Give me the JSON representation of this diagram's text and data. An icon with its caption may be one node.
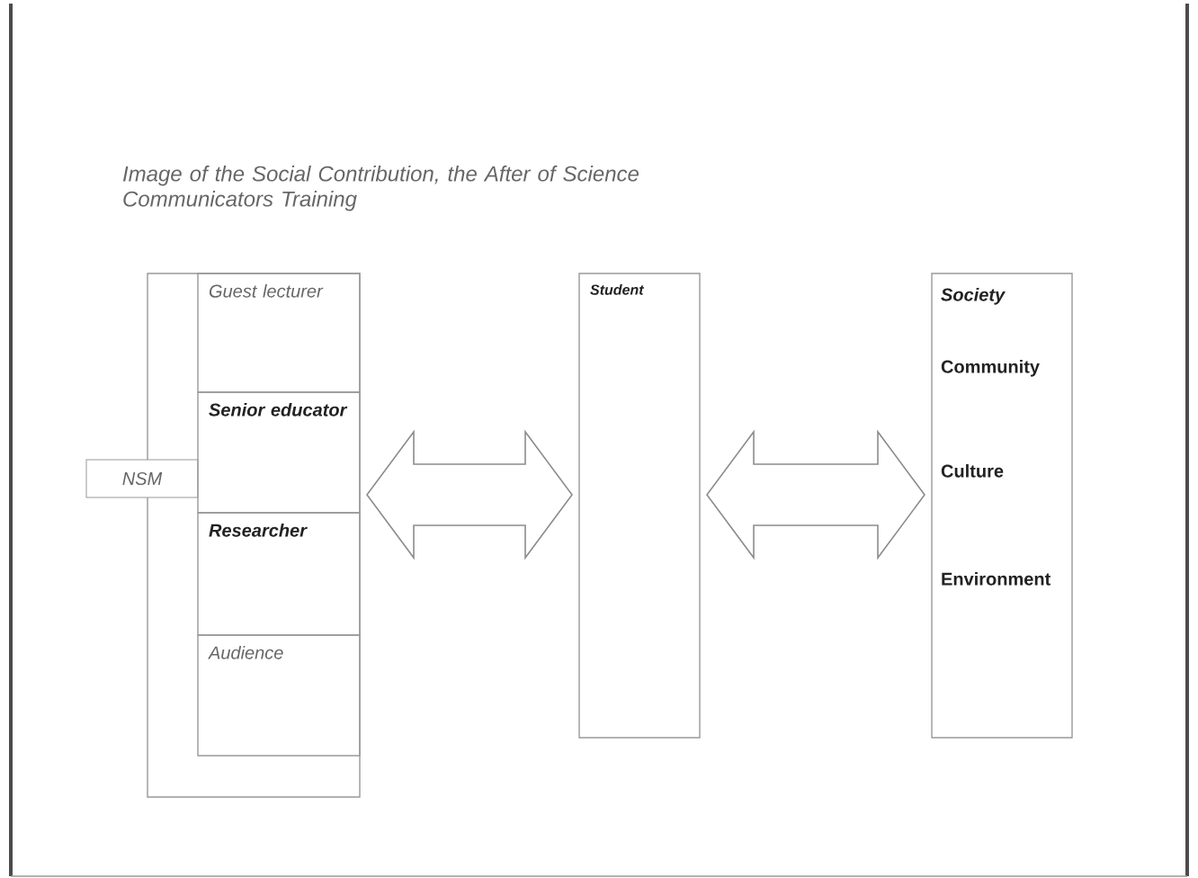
{
  "diagram": {
    "title": "Image of the Social Contribution, the After of Science Communicators Training",
    "nodes": [
      {
        "text": [
          "NSM"
        ]
      },
      {
        "text": [
          "Guest lecturer"
        ],
        "in": 0
      },
      {
        "text": [
          "Senior educator"
        ],
        "in": 0
      },
      {
        "text": [
          "Researcher"
        ],
        "in": 0
      },
      {
        "text": [
          "Audience"
        ],
        "in": 0
      },
      {
        "text": [
          "Student"
        ]
      },
      {
        "text": [
          "Society",
          "Community",
          "Culture",
          "Environment"
        ]
      }
    ],
    "edges": [
      {
        "from": 0,
        "to": 5,
        "arrow": "both"
      },
      {
        "from": 5,
        "to": 6,
        "arrow": "both"
      }
    ]
  }
}
